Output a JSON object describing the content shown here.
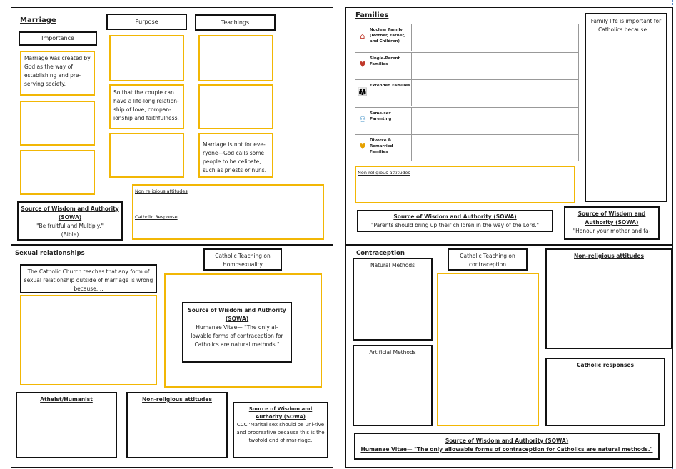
{
  "marriage": {
    "heading": "Marriage",
    "importance_label": "Importance",
    "purpose_label": "Purpose",
    "teachings_label": "Teachings",
    "importance_text": "Marriage was created by God as the way of establishing and pre-serving society.",
    "purpose_text": "So that the couple can have a life-long relation-ship of love, compan-ionship and faithfulness.",
    "teachings_text": "Marriage is not for eve-ryone—God calls some people to be celibate, such as priests or nuns.",
    "sowa_title": "Source of Wisdom and Authority (SOWA)",
    "sowa_quote": "\"Be fruitful and Multiply.\"",
    "sowa_source": "(Bible)",
    "non_religious_label": "Non religious attitudes",
    "catholic_response_label": "Catholic Response"
  },
  "families": {
    "heading": "Families",
    "rows": [
      {
        "icon": "house-icon",
        "glyph": "⌂",
        "color": "#c0392b",
        "label": "Nuclear Family (Mother, Father, and Children)"
      },
      {
        "icon": "heart-icon",
        "glyph": "♥",
        "color": "#c0392b",
        "label": "Single-Parent Families"
      },
      {
        "icon": "family-icon",
        "glyph": "👪",
        "color": "#d35400",
        "label": "Extended Families"
      },
      {
        "icon": "same-sex-parent-icon",
        "glyph": "⚇",
        "color": "#2e86c1",
        "label": "Same-sex Parenting"
      },
      {
        "icon": "heart-broken-icon",
        "glyph": "♥",
        "color": "#e6a100",
        "label": "Divorce & Remarried Families"
      }
    ],
    "non_religious_label": "Non religious attitudes",
    "important_text": "Family life is important for Catholics because….",
    "sowa_title": "Source of Wisdom and Authority (SOWA)",
    "sowa_quote": "\"Parents should bring up their children in the way of the Lord.\"",
    "sowa2_title": "Source of Wisdom and Authority (SOWA)",
    "sowa2_quote": "\"Honour your mother and fa-"
  },
  "sexual": {
    "heading": "Sexual relationships",
    "teaching_title": "Catholic Teaching on Homosexuality",
    "church_text": "The Catholic Church teaches that any form of sexual relationship outside of marriage is wrong because….",
    "sowa_title": "Source of Wisdom and Authority (SOWA)",
    "sowa_text": "Humanae Vitae— \"The only al-lowable forms of contraception for Catholics are natural methods.\"",
    "atheist_label": "Atheist/Humanist",
    "non_religious_label": "Non-religious attitudes",
    "ccc_title": "Source of Wisdom and Authority (SOWA)",
    "ccc_text": "CCC 'Marital sex should be uni-tive and procreative because this is the twofold end of mar-riage."
  },
  "contraception": {
    "heading": "Contraception",
    "natural_label": "Natural Methods",
    "artificial_label": "Artificial Methods",
    "teaching_label": "Catholic Teaching on contraception",
    "non_religious_label": "Non-religious attitudes",
    "catholic_label": "Catholic responses",
    "sowa_title": "Source of Wisdom and Authority (SOWA)",
    "sowa_text": "Humanae Vitae— \"The only allowable forms of contraception for Catholics are natural methods.\""
  }
}
